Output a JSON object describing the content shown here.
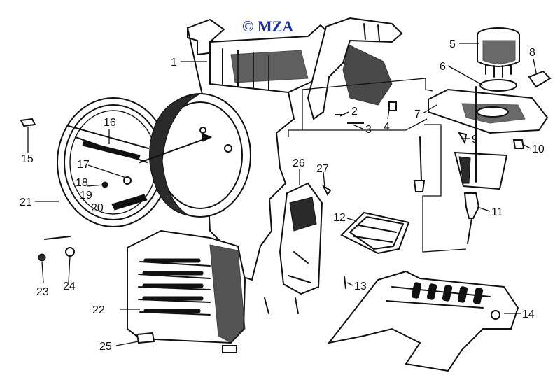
{
  "copyright": "© MZA",
  "callouts": [
    "1",
    "2",
    "3",
    "4",
    "5",
    "6",
    "7",
    "8",
    "9",
    "10",
    "11",
    "12",
    "13",
    "14",
    "15",
    "16",
    "17",
    "18",
    "19",
    "20",
    "21",
    "22",
    "23",
    "24",
    "25",
    "26",
    "27"
  ],
  "colors": {
    "ink": "#111111",
    "copyright": "#1c2fa8",
    "background": "#ffffff"
  }
}
